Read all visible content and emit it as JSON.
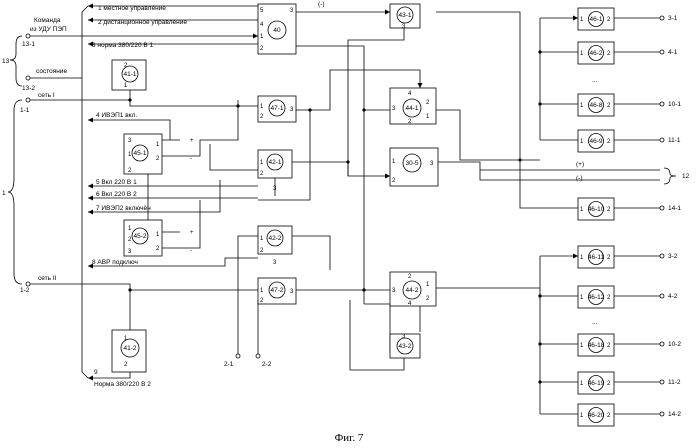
{
  "figure": {
    "caption": "Фиг. 7"
  },
  "labels": {
    "t1": "1 местное управление",
    "t2": "2 дистанционное управление",
    "t3": "3 норма 380/220 В  1",
    "t4": "4 ИВЭП1 вкл.",
    "t5": "5  Вкл 220 В 1",
    "t6": "6  Вкл 220 В 2",
    "t7": "7 ИВЭП2 включён",
    "t8": "8 АВР подключ",
    "t9": "9",
    "t9b": "Норма 380/220 В 2",
    "cmd1": "Команда",
    "cmd2": "из УДУ ПЭП",
    "state": "состояние",
    "net1": "сеть I",
    "net2": "сеть II",
    "plus": "(+)",
    "minus": "(-)",
    "minusTop": "(-)",
    "g13": "13",
    "g13_1": "13-1",
    "g13_2": "13-2",
    "g1": "1",
    "g1_1": "1-1",
    "g1_2": "1-2",
    "g12": "12",
    "dots1": "...",
    "dots2": "...",
    "in21": "2-1",
    "in22": "2-2"
  },
  "blocks": {
    "b40": "40",
    "b41_1": "41-1",
    "b41_2": "41-2",
    "b42_1": "42-1",
    "b42_2": "42-2",
    "b43_1": "43-1",
    "b43_2": "43-2",
    "b44_1": "44-1",
    "b44_2": "44-2",
    "b45_1": "45-1",
    "b45_2": "45-2",
    "b47_1": "47-1",
    "b47_2": "47-2",
    "b30_5": "30-5",
    "b46_1": "46-1",
    "b46_2": "46-2",
    "b46_8": "46-8",
    "b46_9": "46-9",
    "b46_10": "46-10",
    "b46_11": "46-11",
    "b46_12": "46-12",
    "b46_18": "46-18",
    "b46_19": "46-19",
    "b46_20": "46-20"
  },
  "outputs": {
    "o3_1": "3-1",
    "o4_1": "4-1",
    "o10_1": "10-1",
    "o11_1": "11-1",
    "o14_1": "14-1",
    "o3_2": "3-2",
    "o4_2": "4-2",
    "o10_2": "10-2",
    "o11_2": "11-2",
    "o14_2": "14-2"
  }
}
